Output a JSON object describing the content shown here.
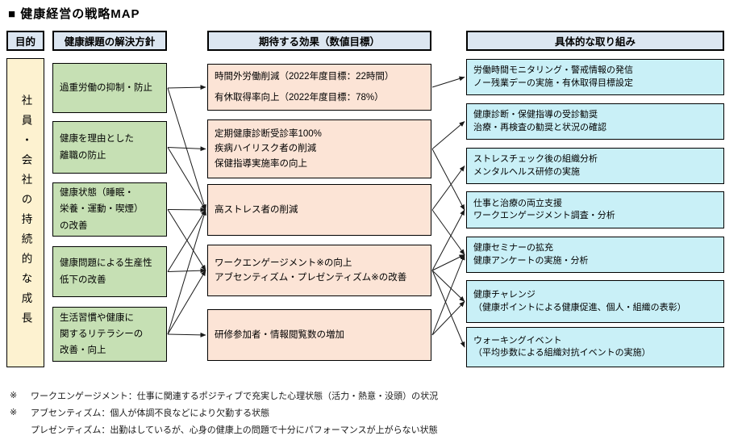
{
  "title": "■ 健康経営の戦略MAP",
  "headers": {
    "purpose": "目的",
    "policy": "健康課題の解決方針",
    "effects": "期待する効果（数値目標）",
    "actions": "具体的な取り組み"
  },
  "purpose": {
    "text": "社員・会社の持続的な成長"
  },
  "policy": [
    {
      "id": "g1",
      "text": "過重労働の抑制・防止"
    },
    {
      "id": "g2",
      "text": "健康を理由とした\n離職の防止"
    },
    {
      "id": "g3",
      "text": "健康状態（睡眠・\n栄養・運動・喫煙）\nの改善"
    },
    {
      "id": "g4",
      "text": "健康問題による生産性\n低下の改善"
    },
    {
      "id": "g5",
      "text": "生活習慣や健康に\n関するリテラシーの\n改善・向上"
    }
  ],
  "effects": [
    {
      "id": "o1",
      "text": "時間外労働削減（2022年度目標：22時間）\n有休取得率向上（2022年度目標：78%）"
    },
    {
      "id": "o2",
      "text": "定期健康診断受診率100%\n疾病ハイリスク者の削減\n保健指導実施率の向上"
    },
    {
      "id": "o3",
      "text": "高ストレス者の削減"
    },
    {
      "id": "o4",
      "text": "ワークエンゲージメント※の向上\nアブセンティズム・プレゼンティズム※の改善"
    },
    {
      "id": "o5",
      "text": "研修参加者・情報閲覧数の増加"
    }
  ],
  "actions": [
    {
      "id": "c1",
      "text": "労働時間モニタリング・警戒情報の発信\nノー残業デーの実施・有休取得目標設定"
    },
    {
      "id": "c2",
      "text": "健康診断・保健指導の受診勧奨\n治療・再検査の勧奨と状況の確認"
    },
    {
      "id": "c3",
      "text": "ストレスチェック後の組織分析\nメンタルヘルス研修の実施"
    },
    {
      "id": "c4",
      "text": "仕事と治療の両立支援\nワークエンゲージメント調査・分析"
    },
    {
      "id": "c5",
      "text": "健康セミナーの拡充\n健康アンケートの実施・分析"
    },
    {
      "id": "c6",
      "text": "健康チャレンジ\n（健康ポイントによる健康促進、個人・組織の表彰）"
    },
    {
      "id": "c7",
      "text": "ウォーキングイベント\n（平均歩数による組織対抗イベントの実施）"
    }
  ],
  "edges": [
    [
      "g1",
      "o1"
    ],
    [
      "g1",
      "o3"
    ],
    [
      "g2",
      "o2"
    ],
    [
      "g2",
      "o3"
    ],
    [
      "g3",
      "o3"
    ],
    [
      "g3",
      "o4"
    ],
    [
      "g4",
      "o3"
    ],
    [
      "g4",
      "o4"
    ],
    [
      "g5",
      "o3"
    ],
    [
      "g5",
      "o4"
    ],
    [
      "g5",
      "o5"
    ],
    [
      "o1",
      "c1"
    ],
    [
      "o2",
      "c2"
    ],
    [
      "o2",
      "c4"
    ],
    [
      "o3",
      "c3"
    ],
    [
      "o3",
      "c5"
    ],
    [
      "o4",
      "c4"
    ],
    [
      "o4",
      "c5"
    ],
    [
      "o4",
      "c6"
    ],
    [
      "o4",
      "c7"
    ],
    [
      "o5",
      "c5"
    ],
    [
      "o5",
      "c6"
    ]
  ],
  "footnotes": [
    {
      "marker": "※",
      "text": "ワークエンゲージメント：仕事に関連するポジティブで充実した心理状態（活力・熱意・没頭）の状況"
    },
    {
      "marker": "※",
      "text": "アブセンティズム：個人が体調不良などにより欠勤する状態"
    },
    {
      "marker": "",
      "text": "プレゼンティズム：出勤はしているが、心身の健康上の問題で十分にパフォーマンスが上がらない状態"
    }
  ],
  "colors": {
    "header_bg": "#dce6f1",
    "purpose_bg": "#fdf2d0",
    "policy_bg": "#c6e0b4",
    "effect_bg": "#fce4d6",
    "action_bg": "#c9f0f7",
    "border": "#000000",
    "arrow": "#1a1a1a"
  }
}
